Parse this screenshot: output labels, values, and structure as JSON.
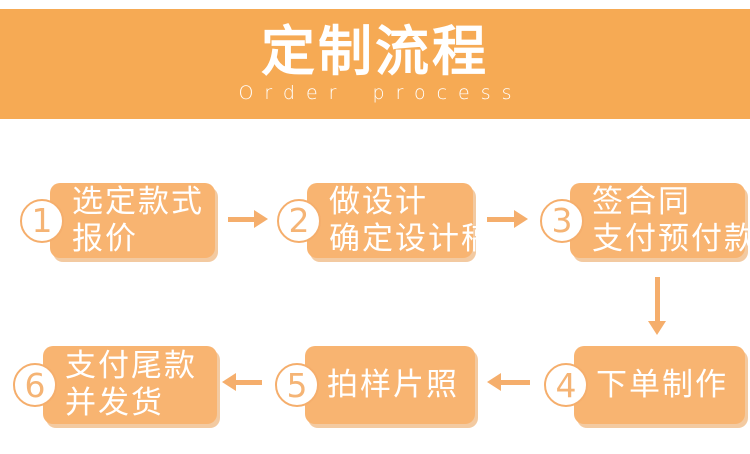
{
  "header": {
    "title": "定制流程",
    "subtitle": "Order process"
  },
  "steps": [
    {
      "number": "1",
      "lines": [
        "选定款式",
        "报价"
      ]
    },
    {
      "number": "2",
      "lines": [
        "做设计",
        "确定设计稿"
      ]
    },
    {
      "number": "3",
      "lines": [
        "签合同",
        "支付预付款"
      ]
    },
    {
      "number": "4",
      "lines": [
        "下单制作"
      ]
    },
    {
      "number": "5",
      "lines": [
        "拍样片照"
      ]
    },
    {
      "number": "6",
      "lines": [
        "支付尾款",
        "并发货"
      ]
    }
  ],
  "flow": {
    "arrows": [
      {
        "from": "1",
        "to": "2",
        "direction": "right"
      },
      {
        "from": "2",
        "to": "3",
        "direction": "right"
      },
      {
        "from": "3",
        "to": "4",
        "direction": "down"
      },
      {
        "from": "4",
        "to": "5",
        "direction": "left"
      },
      {
        "from": "5",
        "to": "6",
        "direction": "left"
      }
    ]
  },
  "colors": {
    "banner_orange": "#F6AA54",
    "box_orange": "#F8B471",
    "accent_orange": "#F5AE6C",
    "text_white": "#FFFFFF"
  }
}
